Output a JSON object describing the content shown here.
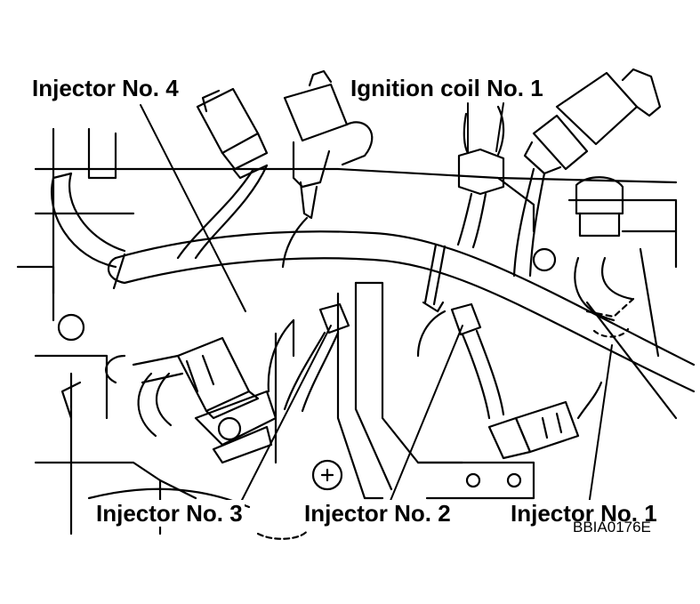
{
  "labels": {
    "injector_4": "Injector No. 4",
    "ignition_coil_1": "Ignition coil No. 1",
    "injector_3": "Injector No. 3",
    "injector_2": "Injector No. 2",
    "injector_1": "Injector No. 1"
  },
  "figure_code": "BBIA0176E",
  "colors": {
    "ink": "#000000",
    "paper": "#ffffff"
  }
}
